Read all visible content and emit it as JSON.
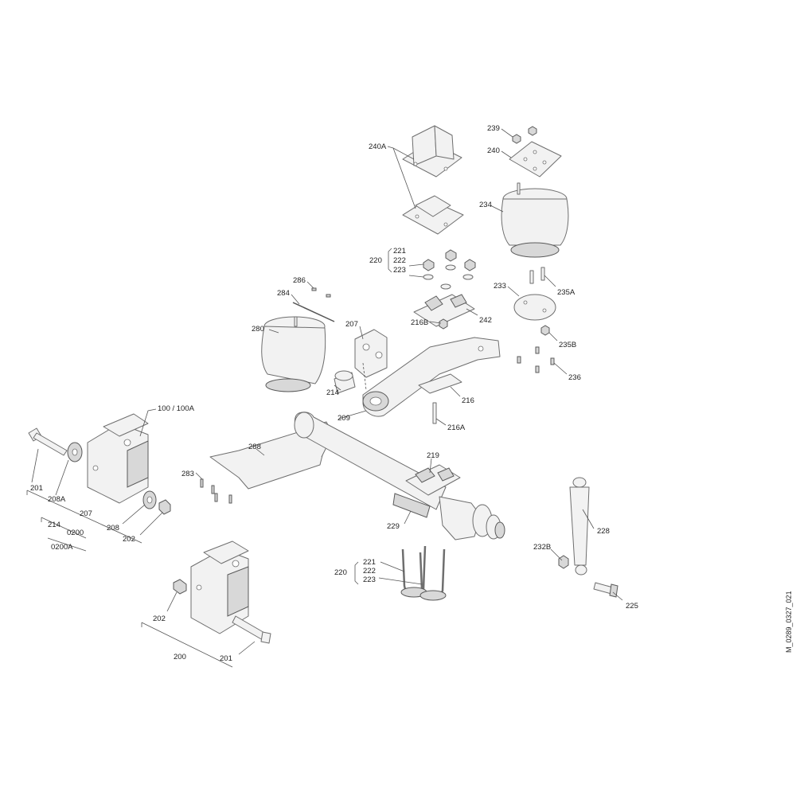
{
  "diagram": {
    "reference_code": "M_0289_0327_021",
    "labels": {
      "l239": "239",
      "l240": "240",
      "l240A": "240A",
      "l234": "234",
      "l220a": "220",
      "l221a": "221",
      "l222a": "222",
      "l223a": "223",
      "l286": "286",
      "l284": "284",
      "l280": "280",
      "l207a": "207",
      "l233": "233",
      "l235A": "235A",
      "l216B": "216B",
      "l242": "242",
      "l235B": "235B",
      "l236": "236",
      "l214a": "214",
      "l216": "216",
      "l209": "209",
      "l216A": "216A",
      "l100": "100 / 100A",
      "l288": "288",
      "l283": "283",
      "l219": "219",
      "l201a": "201",
      "l208A": "208A",
      "l207b": "207",
      "l214b": "214",
      "l0200": "0200",
      "l0200A": "0200A",
      "l208": "208",
      "l202a": "202",
      "l229": "229",
      "l228": "228",
      "l232B": "232B",
      "l220b": "220",
      "l221b": "221",
      "l222b": "222",
      "l223b": "223",
      "l225": "225",
      "l202b": "202",
      "l200": "200",
      "l201b": "201"
    }
  }
}
